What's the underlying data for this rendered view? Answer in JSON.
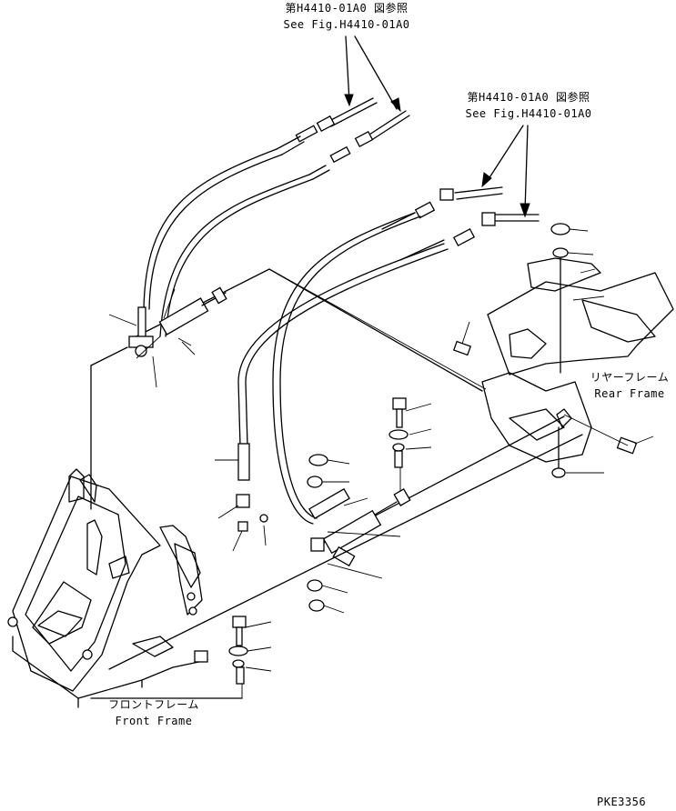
{
  "references": {
    "top": {
      "jp": "第H4410-01A0 図参照",
      "en": "See Fig.H4410-01A0"
    },
    "right": {
      "jp": "第H4410-01A0 図参照",
      "en": "See Fig.H4410-01A0"
    }
  },
  "frames": {
    "rear": {
      "jp": "リヤーフレーム",
      "en": "Rear Frame"
    },
    "front": {
      "jp": "フロントフレーム",
      "en": "Front Frame"
    }
  },
  "figure_code": "PKE3356"
}
